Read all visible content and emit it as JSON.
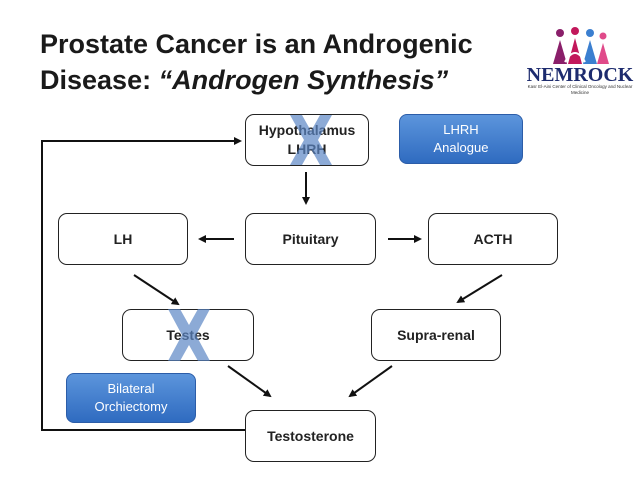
{
  "title": {
    "line1": "Prostate Cancer is an Androgenic",
    "line2_plain": "Disease: ",
    "line2_italic": "“Androgen Synthesis”"
  },
  "logo": {
    "name": "NEMROCK",
    "subtitle": "Kasr El-Aini Center of Clinical Oncology and Nuclear Medicine"
  },
  "nodes": {
    "hypothalamus": {
      "line1": "Hypothalamus",
      "line2": "LHRH"
    },
    "pituitary": "Pituitary",
    "lh": "LH",
    "acth": "ACTH",
    "testes": "Testes",
    "supra_renal": "Supra-renal",
    "testosterone": "Testosterone"
  },
  "interventions": {
    "lhrh_analogue": {
      "line1": "LHRH",
      "line2": "Analogue"
    },
    "bilateral_orchiectomy": {
      "line1": "Bilateral",
      "line2": "Orchiectomy"
    }
  },
  "colors": {
    "intervention_fill": "#4a86d4",
    "block_mark": "#6b8fc4",
    "arrow": "#111111"
  }
}
